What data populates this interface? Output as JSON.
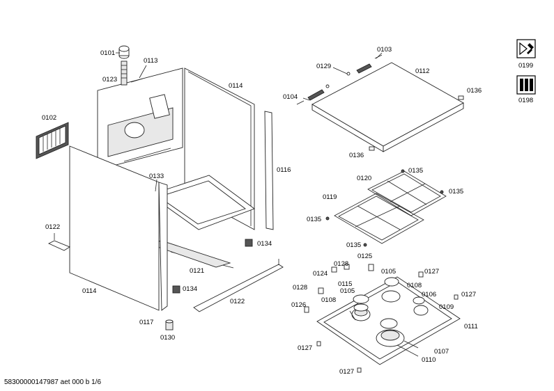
{
  "labels": {
    "p0101": "0101",
    "p0113": "0113",
    "p0123": "0123",
    "p0114a": "0114",
    "p0102": "0102",
    "p0133": "0133",
    "p0116": "0116",
    "p0122a": "0122",
    "p0114b": "0114",
    "p0121": "0121",
    "p0134a": "0134",
    "p0134b": "0134",
    "p0117": "0117",
    "p0130": "0130",
    "p0122b": "0122",
    "p0103": "0103",
    "p0129": "0129",
    "p0112": "0112",
    "p0104": "0104",
    "p0136a": "0136",
    "p0136b": "0136",
    "p0120": "0120",
    "p0135a": "0135",
    "p0135b": "0135",
    "p0119": "0119",
    "p0135c": "0135",
    "p0135d": "0135",
    "p0125": "0125",
    "p0128a": "0128",
    "p0124": "0124",
    "p0105a": "0105",
    "p0127a": "0127",
    "p0115": "0115",
    "p0108a": "0108",
    "p0128b": "0128",
    "p0105b": "0105",
    "p0106": "0106",
    "p0127b": "0127",
    "p0108b": "0108",
    "p0109": "0109",
    "p0126": "0126",
    "p0111": "0111",
    "p0127c": "0127",
    "p0107": "0107",
    "p0110": "0110",
    "p0127d": "0127",
    "p0199": "0199",
    "p0198": "0198"
  },
  "footer": "58300000147987 aet 000 b 1/6"
}
